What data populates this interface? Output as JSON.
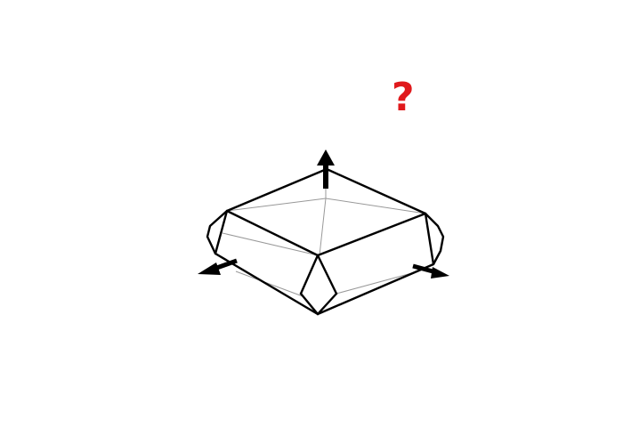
{
  "diagram": {
    "question_mark": "?",
    "colors": {
      "background": "#ffffff",
      "outline": "#000000",
      "crease": "#999999",
      "arrow": "#000000",
      "question": "#e0191c"
    },
    "arrows": [
      {
        "direction": "up"
      },
      {
        "direction": "lower-left"
      },
      {
        "direction": "lower-right"
      }
    ]
  }
}
